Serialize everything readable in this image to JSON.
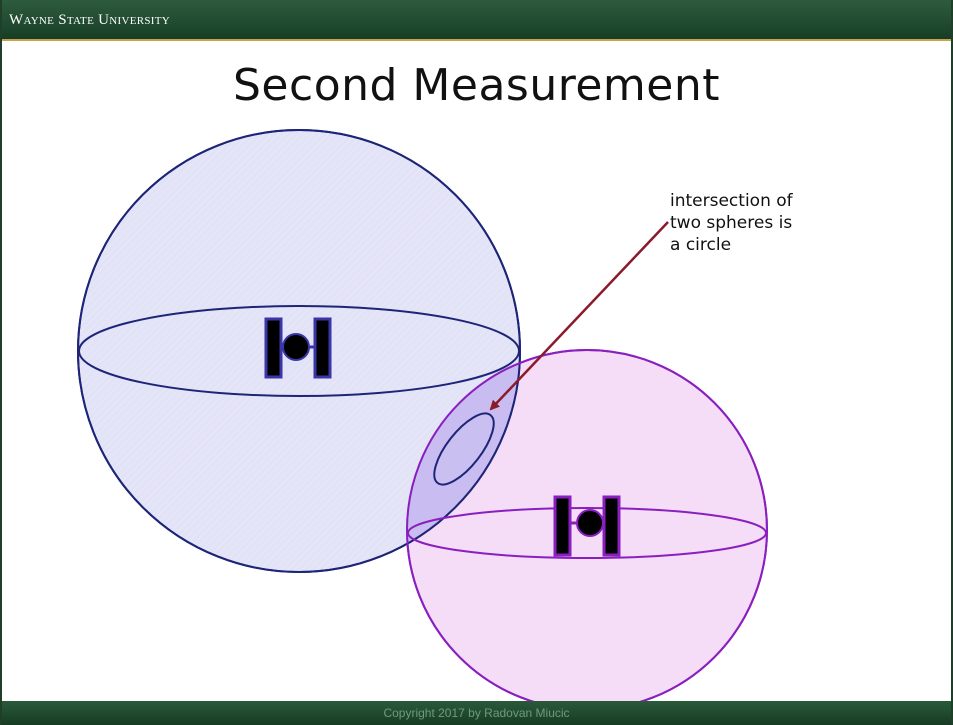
{
  "header": {
    "institution": "Wayne State University"
  },
  "slide": {
    "title": "Second Measurement",
    "callout": "intersection of\ntwo spheres is\na circle"
  },
  "footer": {
    "copyright": "Copyright 2017 by Radovan Miucic"
  },
  "colors": {
    "header_green": "#1f4a2f",
    "accent_gold": "#c9a24a",
    "sphere1_stroke": "#1e2578",
    "sphere1_fill": "#d8d9f3",
    "sphere2_stroke": "#8a1fc0",
    "sphere2_fill": "#f5dcf7",
    "arrow": "#8b1a2b",
    "satellite_body": "#000000",
    "satellite_outline": "#3a36a8",
    "intersection_fill": "#bcb6ee"
  },
  "icons": [
    "satellite-icon",
    "satellite-icon"
  ]
}
